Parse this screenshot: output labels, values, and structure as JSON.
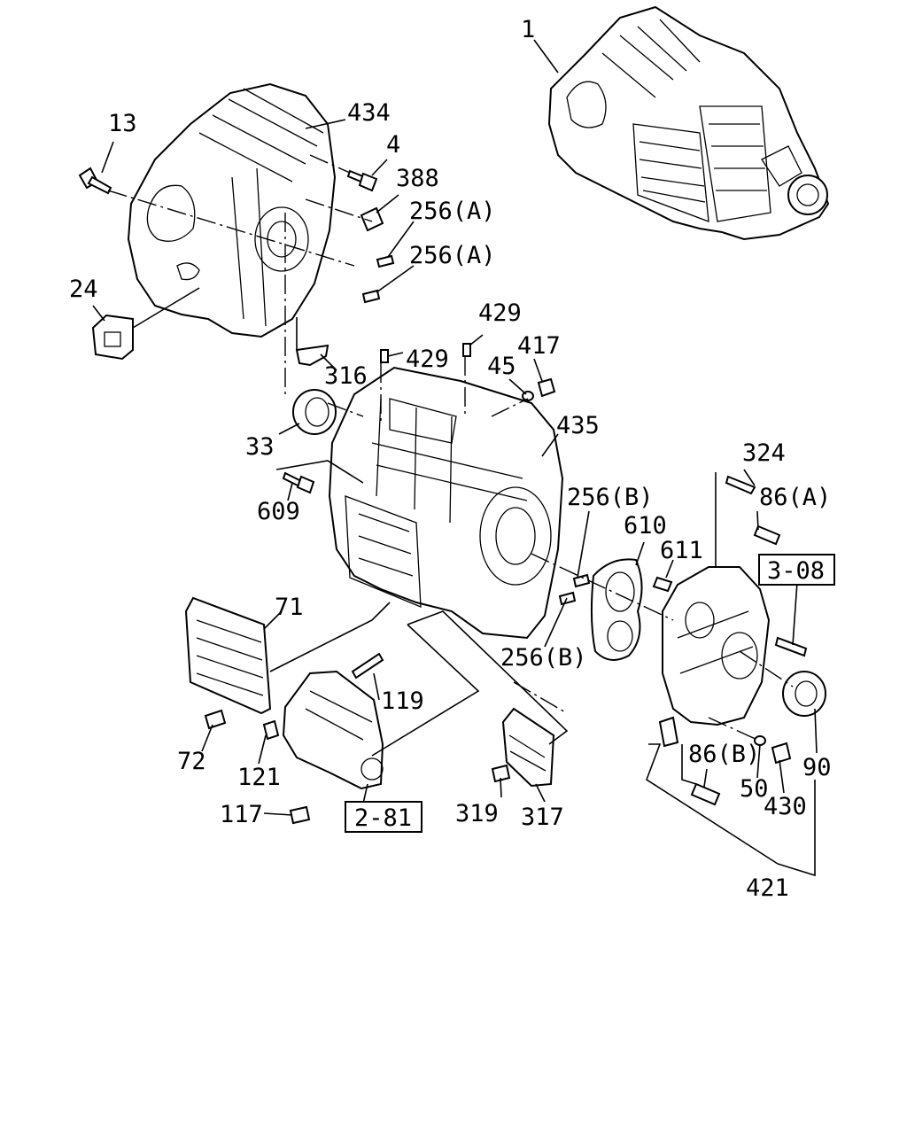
{
  "labels": {
    "p1": "1",
    "p434": "434",
    "p13": "13",
    "p4": "4",
    "p388": "388",
    "p256a_1": "256(A)",
    "p256a_2": "256(A)",
    "p24": "24",
    "p429_1": "429",
    "p429_2": "429",
    "p417": "417",
    "p45": "45",
    "p316": "316",
    "p33": "33",
    "p435": "435",
    "p324": "324",
    "p609": "609",
    "p256b_1": "256(B)",
    "p86a": "86(A)",
    "p610": "610",
    "p611": "611",
    "ref308": "3-08",
    "p71": "71",
    "p256b_2": "256(B)",
    "p119": "119",
    "p72": "72",
    "p121": "121",
    "p86b": "86(B)",
    "p90": "90",
    "p50": "50",
    "p430": "430",
    "p117": "117",
    "ref281": "2-81",
    "p319": "319",
    "p317": "317",
    "p421": "421"
  }
}
